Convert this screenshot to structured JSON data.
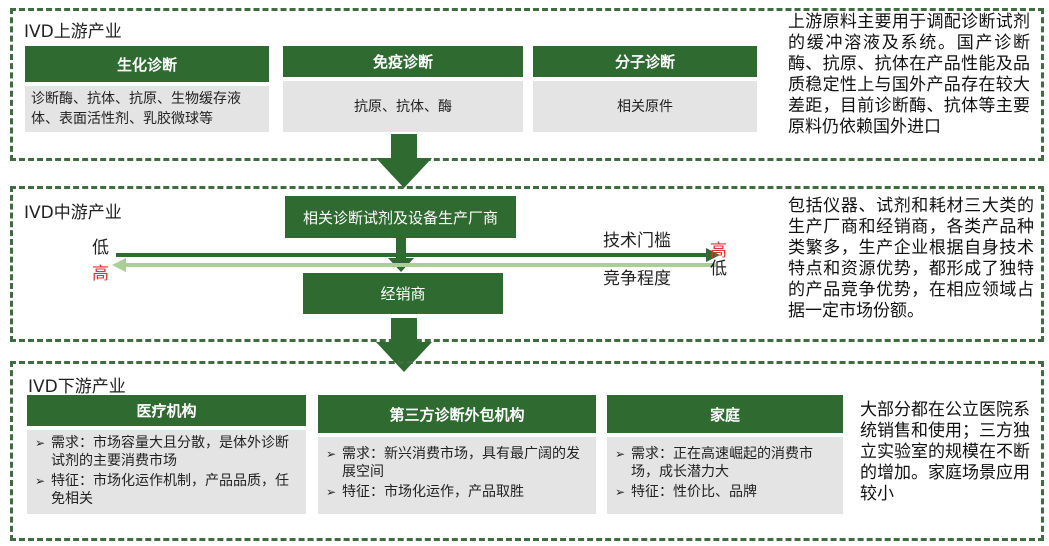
{
  "upstream": {
    "title": "IVD上游产业",
    "cards": [
      {
        "header": "生化诊断",
        "body": "诊断酶、抗体、抗原、生物缓存液体、表面活性剂、乳胶微球等"
      },
      {
        "header": "免疫诊断",
        "body": "抗原、抗体、酶"
      },
      {
        "header": "分子诊断",
        "body": "相关原件"
      }
    ],
    "description": "上游原料主要用于调配诊断试剂的缓冲溶液及系统。国产诊断酶、抗原、抗体在产品性能及品质稳定性上与国外产品存在较大差距，目前诊断酶、抗体等主要原料仍依赖国外进口"
  },
  "midstream": {
    "title": "IVD中游产业",
    "manufacturer": "相关诊断试剂及设备生产厂商",
    "distributor": "经销商",
    "tech_label": "技术门槛",
    "comp_label": "竞争程度",
    "low_left": "低",
    "high_left": "高",
    "high_right": "高",
    "low_right": "低",
    "description": "包括仪器、试剂和耗材三大类的生产厂商和经销商，各类产品种类繁多，生产企业根据自身技术特点和资源优势，都形成了独特的产品竞争优势，在相应领域占据一定市场份额。",
    "colors": {
      "high": "#e0303a",
      "arrow_dark": "#2f6a31",
      "arrow_light": "#a9cf95"
    }
  },
  "downstream": {
    "title": "IVD下游产业",
    "cards": [
      {
        "header": "医疗机构",
        "items": [
          "需求：市场容量大且分散，是体外诊断试剂的主要消费市场",
          "特征：市场化运作机制，产品品质，任免相关"
        ]
      },
      {
        "header": "第三方诊断外包机构",
        "items": [
          "需求：新兴消费市场，具有最广阔的发展空间",
          "特征：市场化运作，产品取胜"
        ]
      },
      {
        "header": "家庭",
        "items": [
          "需求：正在高速崛起的消费市场，成长潜力大",
          "特征：性价比、品牌"
        ]
      }
    ],
    "description": "大部分都在公立医院系统销售和使用；三方独立实验室的规模在不断的增加。家庭场景应用较小"
  },
  "bullet_mark": "➢"
}
